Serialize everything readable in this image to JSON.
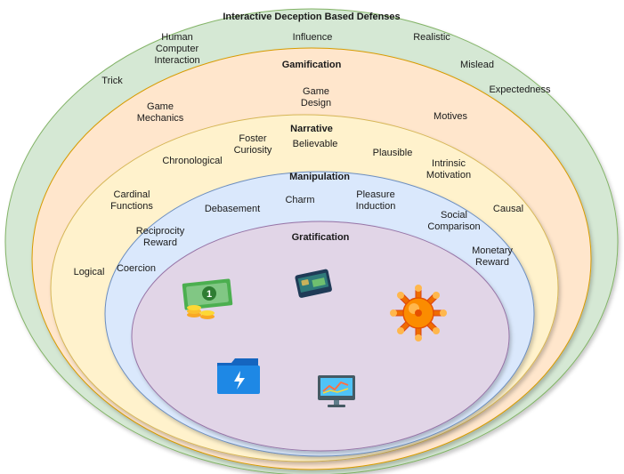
{
  "layers": {
    "defenses": {
      "title": "Interactive Deception Based Defenses",
      "fill": "#d5e8d4",
      "stroke": "#82b366",
      "terms": [
        "Human\nComputer\nInteraction",
        "Influence",
        "Realistic",
        "Trick",
        "Mislead",
        "Expectedness"
      ]
    },
    "gamification": {
      "title": "Gamification",
      "fill": "#ffe6cc",
      "stroke": "#d79b00",
      "terms": [
        "Game\nMechanics",
        "Game\nDesign",
        "Motives"
      ]
    },
    "narrative": {
      "title": "Narrative",
      "fill": "#fff2cc",
      "stroke": "#d6b656",
      "terms": [
        "Foster\nCuriosity",
        "Believable",
        "Chronological",
        "Plausible",
        "Intrinsic\nMotivation",
        "Cardinal\nFunctions",
        "Causal",
        "Logical"
      ]
    },
    "manipulation": {
      "title": "Manipulation",
      "fill": "#dae8fc",
      "stroke": "#6c8ebf",
      "terms": [
        "Debasement",
        "Charm",
        "Pleasure\nInduction",
        "Social\nComparison",
        "Reciprocity\nReward",
        "Monetary\nReward",
        "Coercion"
      ]
    },
    "gratification": {
      "title": "Gratification",
      "fill": "#e1d5e7",
      "stroke": "#9673a6",
      "icons": [
        "money-icon",
        "credit-card-icon",
        "virus-icon",
        "folder-flash-icon",
        "monitor-chart-icon"
      ]
    }
  }
}
